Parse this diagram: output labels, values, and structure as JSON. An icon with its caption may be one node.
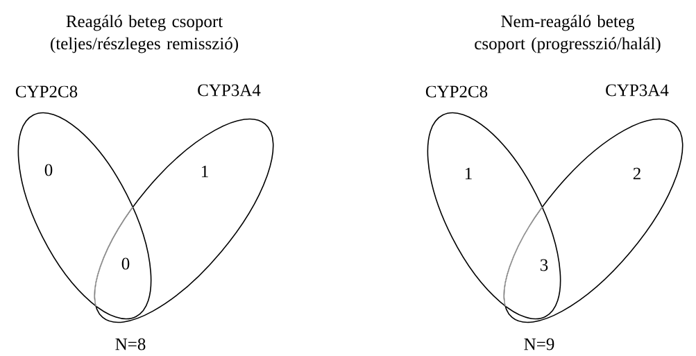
{
  "diagram": {
    "nodes": [
      {
        "text": [
          "CYP2C8"
        ]
      },
      {
        "text": [
          "CYP3A4"
        ]
      },
      {
        "text": [
          "CYP2C8"
        ]
      },
      {
        "text": [
          "CYP3A4"
        ]
      }
    ],
    "labels": [
      "Reagáló beteg csoport (teljes/részleges remisszió)",
      "Nem-reagáló beteg csoport (progresszió/halál)",
      "0",
      "1",
      "0",
      "N=8",
      "1",
      "2",
      "3",
      "N=9"
    ]
  }
}
